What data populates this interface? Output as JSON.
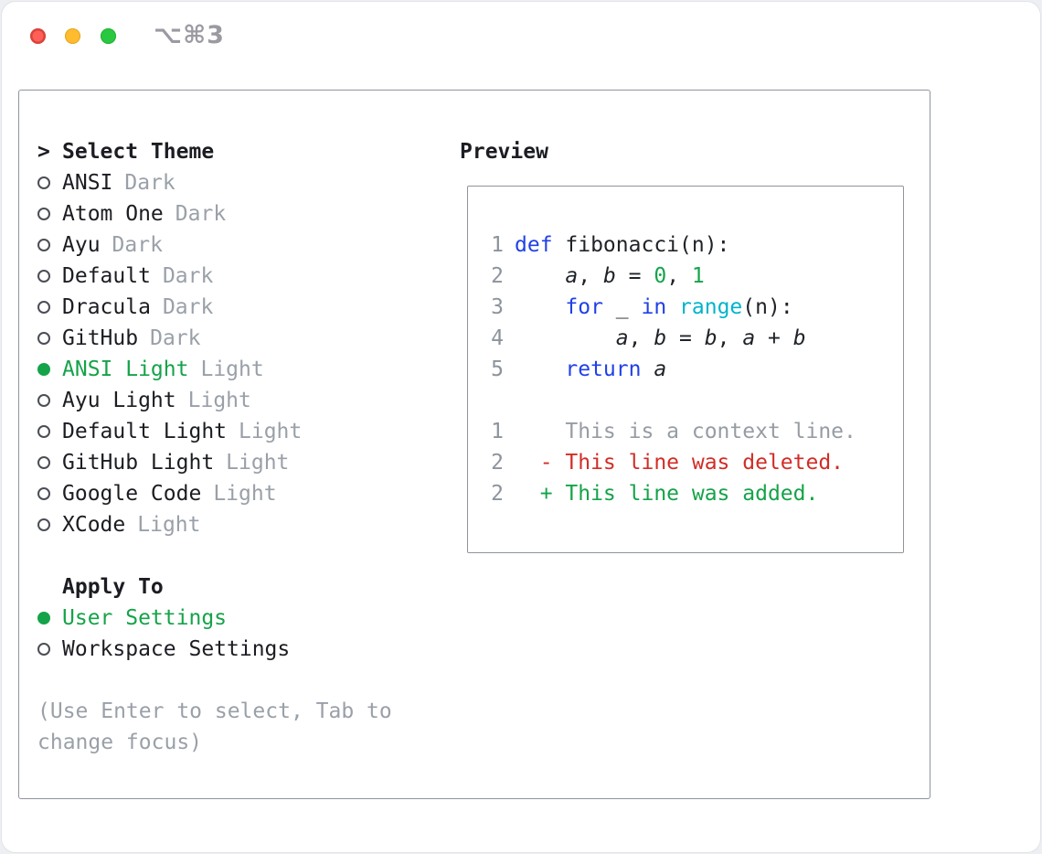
{
  "window": {
    "shortcut": "⌥⌘3"
  },
  "theme_selector": {
    "prompt": ">",
    "title": "Select Theme",
    "themes": [
      {
        "name": "ANSI",
        "variant": "Dark",
        "selected": false
      },
      {
        "name": "Atom One",
        "variant": "Dark",
        "selected": false
      },
      {
        "name": "Ayu",
        "variant": "Dark",
        "selected": false
      },
      {
        "name": "Default",
        "variant": "Dark",
        "selected": false
      },
      {
        "name": "Dracula",
        "variant": "Dark",
        "selected": false
      },
      {
        "name": "GitHub",
        "variant": "Dark",
        "selected": false
      },
      {
        "name": "ANSI Light",
        "variant": "Light",
        "selected": true
      },
      {
        "name": "Ayu Light",
        "variant": "Light",
        "selected": false
      },
      {
        "name": "Default Light",
        "variant": "Light",
        "selected": false
      },
      {
        "name": "GitHub Light",
        "variant": "Light",
        "selected": false
      },
      {
        "name": "Google Code",
        "variant": "Light",
        "selected": false
      },
      {
        "name": "XCode",
        "variant": "Light",
        "selected": false
      }
    ]
  },
  "apply_to": {
    "title": "Apply To",
    "options": [
      {
        "label": "User Settings",
        "selected": true
      },
      {
        "label": "Workspace Settings",
        "selected": false
      }
    ]
  },
  "help_lines": [
    "(Use Enter to select, Tab to",
    "change focus)"
  ],
  "preview": {
    "title": "Preview",
    "code_lines": [
      {
        "num": "1",
        "tokens": [
          [
            "kw",
            "def"
          ],
          [
            "plain",
            " fibonacci(n):"
          ]
        ]
      },
      {
        "num": "2",
        "tokens": [
          [
            "plain",
            "    "
          ],
          [
            "var",
            "a"
          ],
          [
            "plain",
            ", "
          ],
          [
            "var",
            "b"
          ],
          [
            "plain",
            " = "
          ],
          [
            "num",
            "0"
          ],
          [
            "plain",
            ", "
          ],
          [
            "num",
            "1"
          ]
        ]
      },
      {
        "num": "3",
        "tokens": [
          [
            "plain",
            "    "
          ],
          [
            "kw",
            "for"
          ],
          [
            "plain",
            " _ "
          ],
          [
            "kw",
            "in"
          ],
          [
            "plain",
            " "
          ],
          [
            "builtin",
            "range"
          ],
          [
            "plain",
            "(n):"
          ]
        ]
      },
      {
        "num": "4",
        "tokens": [
          [
            "plain",
            "        "
          ],
          [
            "var",
            "a"
          ],
          [
            "plain",
            ", "
          ],
          [
            "var",
            "b"
          ],
          [
            "plain",
            " = "
          ],
          [
            "var",
            "b"
          ],
          [
            "plain",
            ", "
          ],
          [
            "var",
            "a"
          ],
          [
            "plain",
            " + "
          ],
          [
            "var",
            "b"
          ]
        ]
      },
      {
        "num": "5",
        "tokens": [
          [
            "plain",
            "    "
          ],
          [
            "kw",
            "return"
          ],
          [
            "plain",
            " "
          ],
          [
            "var",
            "a"
          ]
        ]
      },
      {
        "num": "",
        "tokens": []
      },
      {
        "num": "1",
        "tokens": [
          [
            "ctx",
            "    This is a context line."
          ]
        ]
      },
      {
        "num": "2",
        "tokens": [
          [
            "del",
            "  - This line was deleted."
          ]
        ]
      },
      {
        "num": "2",
        "tokens": [
          [
            "add",
            "  + This line was added."
          ]
        ]
      }
    ]
  },
  "colors": {
    "text": "#1b1d22",
    "muted": "#9aa0a8",
    "selected": "#15a349",
    "radio": "#4a4e55",
    "keyword": "#2040e8",
    "number": "#15a349",
    "builtin": "#00b4cc",
    "plain": "#1f2328",
    "context": "#979ca4",
    "deleted": "#d22d26",
    "added": "#15a349",
    "gutter": "#8d939c",
    "traffic_red": "#ff5f57",
    "traffic_yellow": "#febc2e",
    "traffic_green": "#28c840"
  }
}
